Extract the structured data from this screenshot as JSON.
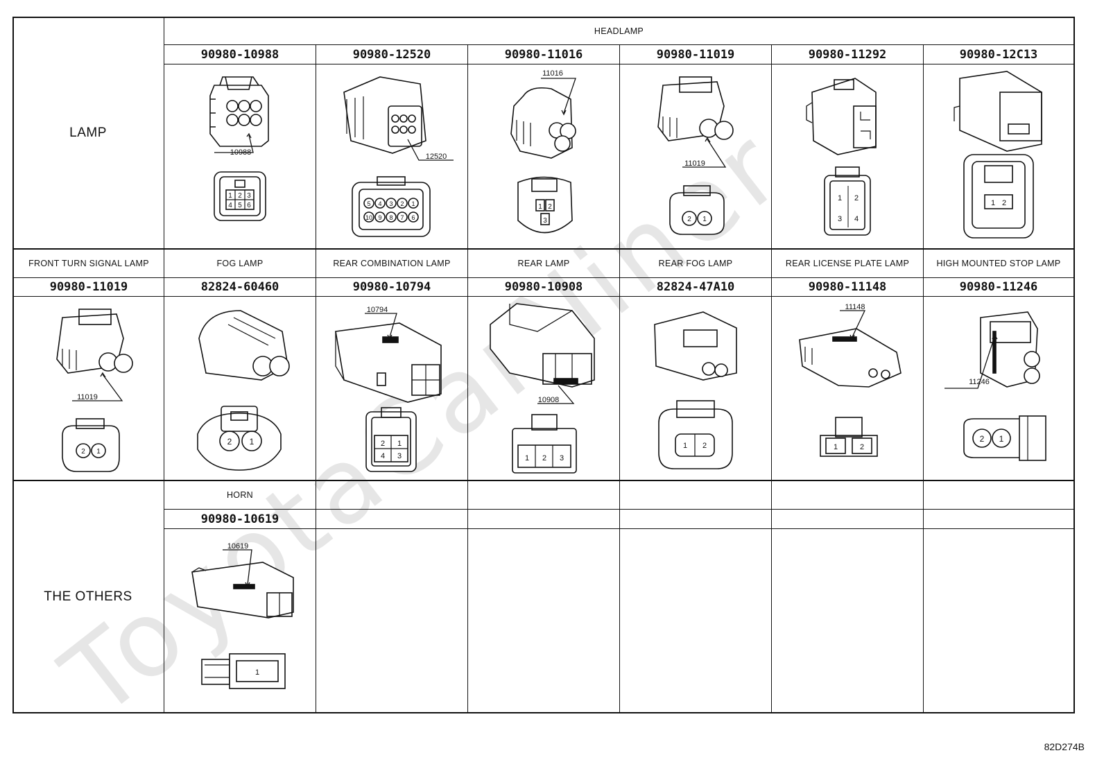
{
  "sheet_id": "82D274B",
  "watermark": "ToyotaCarNiner",
  "categories": {
    "lamp": "LAMP",
    "others": "THE OTHERS"
  },
  "headlamp_group": "HEADLAMP",
  "lamp_row1": [
    {
      "part": "90980-10988",
      "callout": "10988",
      "pins": [
        "1",
        "2",
        "3",
        "4",
        "5",
        "6"
      ]
    },
    {
      "part": "90980-12520",
      "callout": "12520",
      "pins": [
        "5",
        "4",
        "3",
        "2",
        "1",
        "10",
        "9",
        "8",
        "7",
        "6"
      ]
    },
    {
      "part": "90980-11016",
      "callout": "11016",
      "pins": [
        "1",
        "2",
        "3"
      ]
    },
    {
      "part": "90980-11019",
      "callout": "11019",
      "pins": [
        "2",
        "1"
      ]
    },
    {
      "part": "90980-11292",
      "callout": "",
      "pins": [
        "1",
        "2",
        "3",
        "4"
      ]
    },
    {
      "part": "90980-12C13",
      "callout": "",
      "pins": [
        "1",
        "2"
      ]
    }
  ],
  "lamp_row2": [
    {
      "group": "FRONT TURN SIGNAL LAMP",
      "part": "90980-11019",
      "callout": "11019",
      "pins": [
        "2",
        "1"
      ]
    },
    {
      "group": "FOG LAMP",
      "part": "82824-60460",
      "callout": "",
      "pins": [
        "2",
        "1"
      ]
    },
    {
      "group": "REAR COMBINATION LAMP",
      "part": "90980-10794",
      "callout": "10794",
      "pins": [
        "2",
        "1",
        "4",
        "3"
      ]
    },
    {
      "group": "REAR LAMP",
      "part": "90980-10908",
      "callout": "10908",
      "pins": [
        "1",
        "2",
        "3"
      ]
    },
    {
      "group": "REAR FOG LAMP",
      "part": "82824-47A10",
      "callout": "",
      "pins": [
        "1",
        "2"
      ]
    },
    {
      "group": "REAR LICENSE PLATE LAMP",
      "part": "90980-11148",
      "callout": "11148",
      "pins": [
        "1",
        "2"
      ]
    },
    {
      "group": "HIGH MOUNTED STOP LAMP",
      "part": "90980-11246",
      "callout": "11246",
      "pins": [
        "2",
        "1"
      ]
    }
  ],
  "others_row": [
    {
      "group": "HORN",
      "part": "90980-10619",
      "callout": "10619",
      "pins": [
        "1"
      ]
    }
  ]
}
